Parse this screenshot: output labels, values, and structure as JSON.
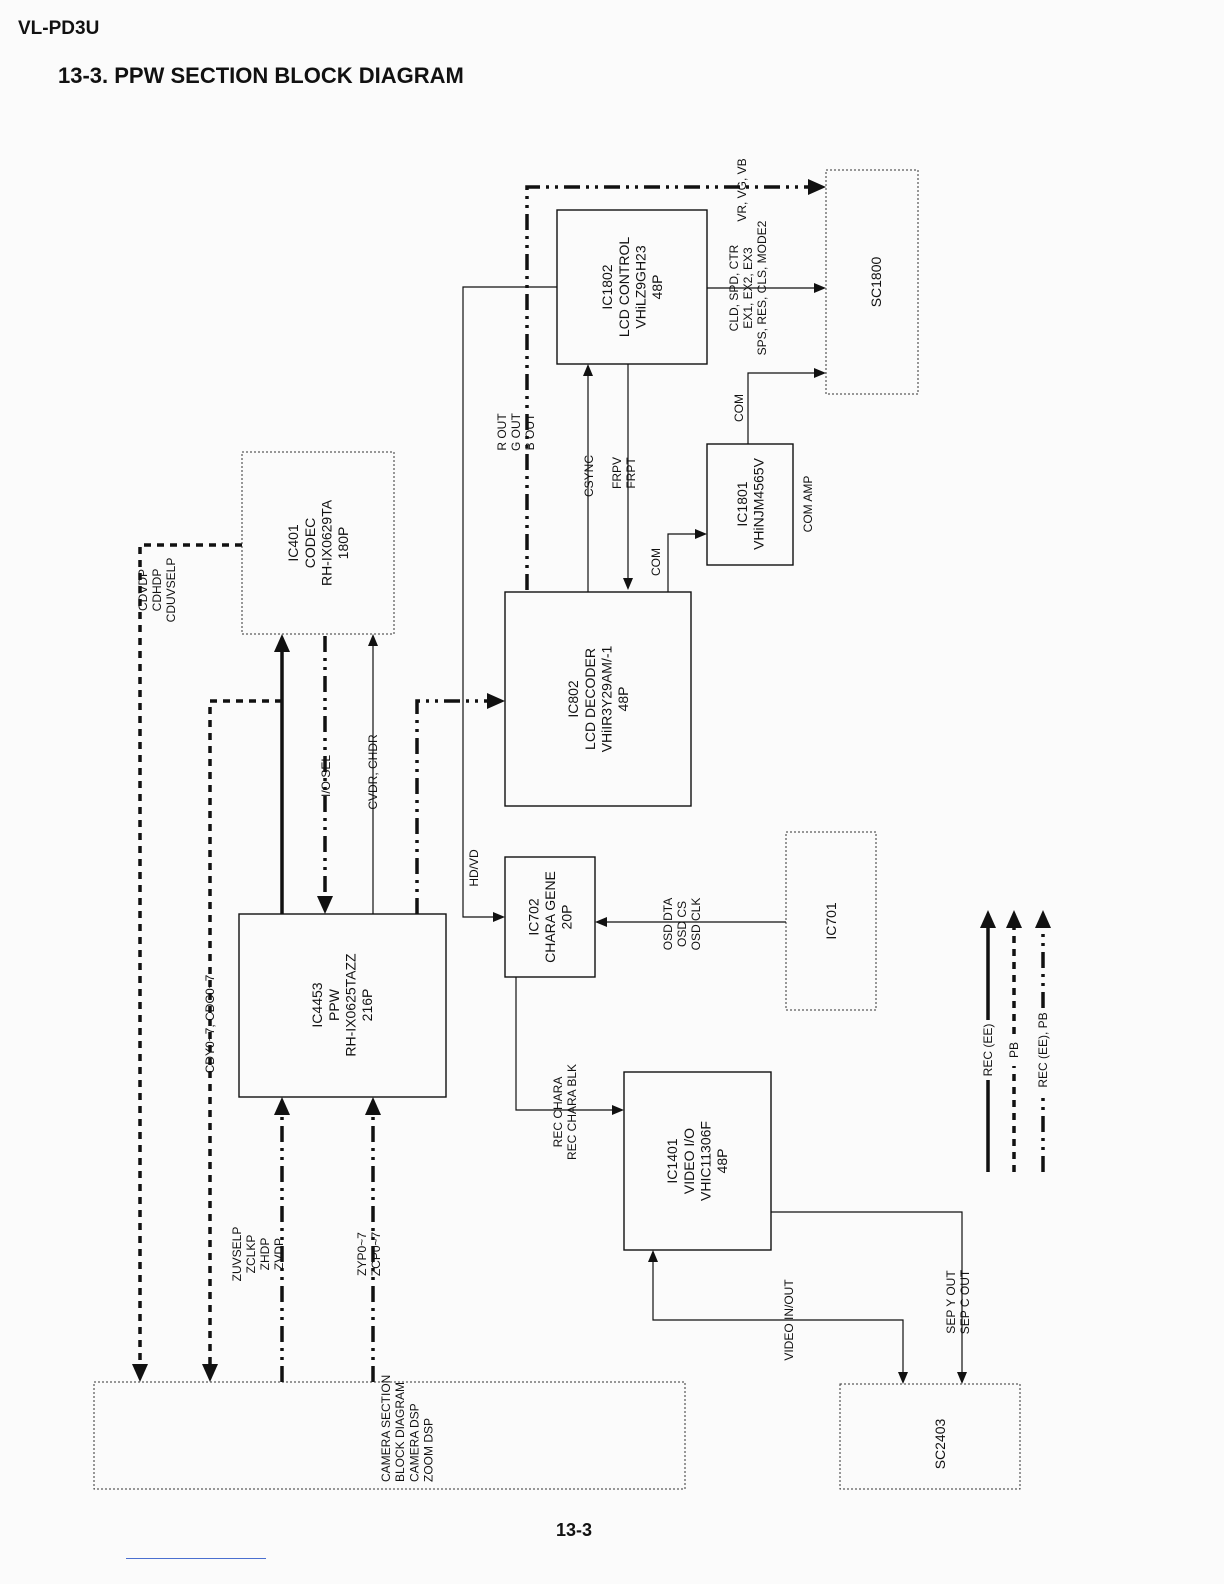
{
  "header": {
    "model": "VL-PD3U",
    "title": "13-3. PPW SECTION BLOCK DIAGRAM"
  },
  "blocks": {
    "sc1800": [
      "SC1800"
    ],
    "ic1802": [
      "IC1802",
      "LCD CONTROL",
      "VHiLZ9GH23",
      "48P"
    ],
    "ic1801": [
      "IC1801",
      "VHiNJM4565V"
    ],
    "com_amp": "COM AMP",
    "ic401": [
      "IC401",
      "CODEC",
      "RH-IX0629TA",
      "180P"
    ],
    "ic802": [
      "IC802",
      "LCD DECODER",
      "VHiIR3Y29AM/-1",
      "48P"
    ],
    "ic702": [
      "IC702",
      "CHARA GENE",
      "20P"
    ],
    "ic701": [
      "IC701"
    ],
    "ic4453": [
      "IC4453",
      "PPW",
      "RH-IX0625TAZZ",
      "216P"
    ],
    "ic1401": [
      "IC1401",
      "VIDEO I/O",
      "VHIC11306F",
      "48P"
    ],
    "camera": [
      "CAMERA SECTION",
      "BLOCK DIAGRAM",
      "CAMERA DSP",
      "ZOOM DSP"
    ],
    "sc2403": [
      "SC2403"
    ]
  },
  "signals": {
    "vr_vg_vb": "VR, VG, VB",
    "cld_group": [
      "CLD, SPD, CTR",
      "EX1, EX2, EX3",
      "SPS, RES, CLS, MODE2"
    ],
    "com_top": "COM",
    "rgb_out": [
      "R OUT",
      "G OUT",
      "B OUT"
    ],
    "csync": "CSYNC",
    "frp": [
      "FRPV",
      "FRPT"
    ],
    "com_mid": "COM",
    "cdv": [
      "CDVDP",
      "CDHDP",
      "CDUVSELP"
    ],
    "io_sel": "I/O SEL",
    "cvdr": "CVDR, CHDR",
    "hdvd": "HD/VD",
    "osd": [
      "OSD DTA",
      "OSD CS",
      "OSD CLK"
    ],
    "cdy": "CDY0~7, CDC0~7",
    "rec_chara": [
      "REC CHARA",
      "REC CHARA BLK"
    ],
    "zuv": [
      "ZUVSELP",
      "ZCLKP",
      "ZHDP",
      "ZVDP"
    ],
    "zyp": [
      "ZYP0~7",
      "ZCP0~7"
    ],
    "video_inout": "VIDEO IN/OUT",
    "sep": [
      "SEP Y OUT",
      "SEP C OUT"
    ]
  },
  "legend": [
    {
      "style": "solid",
      "label": "REC (EE)"
    },
    {
      "style": "dashed",
      "label": "PB"
    },
    {
      "style": "dash-dot",
      "label": "REC (EE), PB"
    }
  ],
  "footer": {
    "page_number": "13-3"
  }
}
